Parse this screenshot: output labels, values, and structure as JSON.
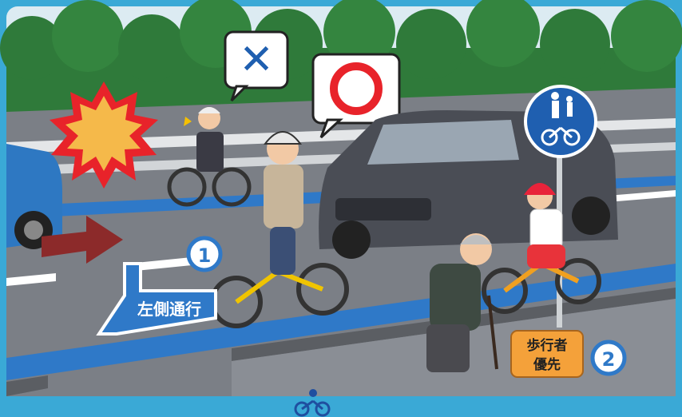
{
  "marks": {
    "wrong_symbol": "✕",
    "right_symbol": "◯"
  },
  "labels": {
    "keep_left": "左側通行",
    "pedestrian_priority_line1": "歩行者",
    "pedestrian_priority_line2": "優先"
  },
  "badges": {
    "rule_one": "1",
    "rule_two": "2"
  },
  "colors": {
    "frame": "#3aa9d6",
    "sky": "#dcebf2",
    "trees": "#2f7a3a",
    "road": "#7b7f86",
    "bike_lane": "#2f79c8",
    "sign_blue": "#1f5fb0",
    "burst": "#e8232a",
    "arrow_red": "#8c2a2a",
    "label_orange": "#f4a13a"
  },
  "icons": {
    "cross_mark": "cross-mark-icon",
    "circle_mark": "circle-mark-icon",
    "crash_burst": "crash-burst-icon",
    "pedestrian_bicycle_sign": "pedestrian-bicycle-sign-icon",
    "cyclist_footer": "cyclist-icon"
  }
}
